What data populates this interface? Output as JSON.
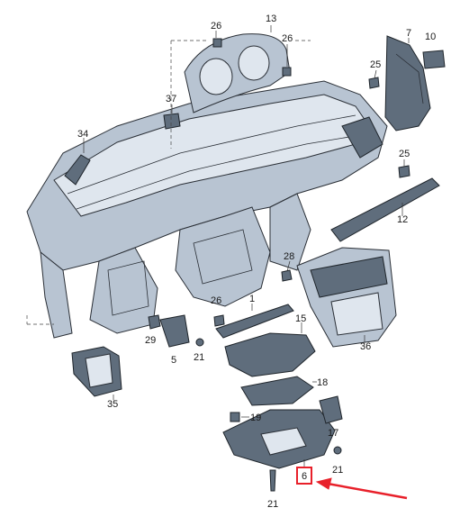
{
  "diagram": {
    "labels": {
      "p1": "1",
      "p5": "5",
      "p6": "6",
      "p7": "7",
      "p10": "10",
      "p12": "12",
      "p13": "13",
      "p15": "15",
      "p17": "17",
      "p18": "18",
      "p19": "19",
      "p21a": "21",
      "p21b": "21",
      "p21c": "21",
      "p25a": "25",
      "p25b": "25",
      "p26a": "26",
      "p26b": "26",
      "p26c": "26",
      "p28": "28",
      "p29": "29",
      "p34": "34",
      "p35": "35",
      "p36": "36",
      "p37": "37"
    },
    "highlight": {
      "label": "6",
      "border_color": "#e8202a",
      "arrow_color": "#e8202a"
    },
    "colors": {
      "part_fill": "#b8c4d2",
      "part_dark": "#5f6d7c",
      "outline": "#2a2f36"
    }
  }
}
